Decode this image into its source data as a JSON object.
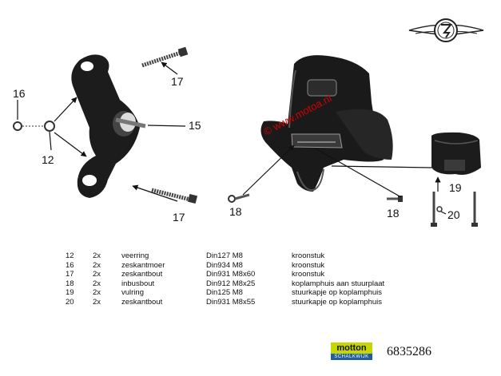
{
  "callouts": {
    "c12": "12",
    "c15": "15",
    "c16": "16",
    "c17_top": "17",
    "c17_bottom": "17",
    "c18_left": "18",
    "c18_right": "18",
    "c19": "19",
    "c20": "20"
  },
  "watermark": "© www.motoa.nl",
  "parts": [
    {
      "num": "12",
      "qty": "2x",
      "name": "veerring",
      "norm": "Din127 M8",
      "desc": "kroonstuk"
    },
    {
      "num": "16",
      "qty": "2x",
      "name": "zeskantmoer",
      "norm": "Din934 M8",
      "desc": "kroonstuk"
    },
    {
      "num": "17",
      "qty": "2x",
      "name": "zeskantbout",
      "norm": "Din931 M8x60",
      "desc": "kroonstuk"
    },
    {
      "num": "18",
      "qty": "2x",
      "name": "inbusbout",
      "norm": "Din912 M8x25",
      "desc": "koplamphuis aan stuurplaat"
    },
    {
      "num": "19",
      "qty": "2x",
      "name": "vulring",
      "norm": "Din125 M8",
      "desc": "stuurkapje op koplamphuis"
    },
    {
      "num": "20",
      "qty": "2x",
      "name": "zeskantbout",
      "norm": "Din931 M8x55",
      "desc": "stuurkapje op koplamphuis"
    }
  ],
  "brand": {
    "name": "motton",
    "sub": "SCHALKWIJK"
  },
  "catalog_number": "6835286",
  "colors": {
    "watermark": "#d40000",
    "brand_green": "#c8d600",
    "brand_blue": "#1f5f9c"
  }
}
